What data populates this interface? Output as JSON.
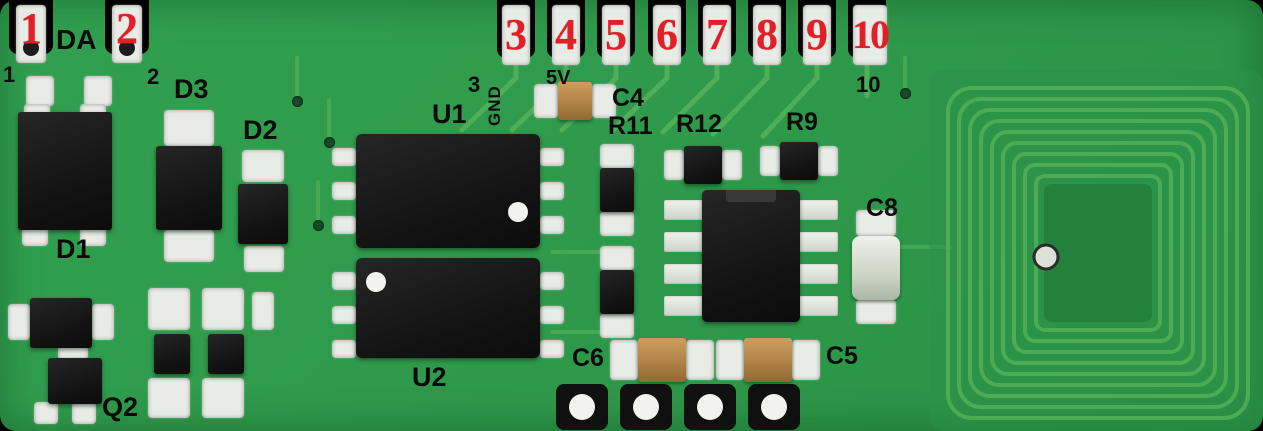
{
  "pcb": {
    "pins": {
      "left": [
        "1",
        "2"
      ],
      "top": [
        "3",
        "4",
        "5",
        "6",
        "7",
        "8",
        "9",
        "10"
      ]
    },
    "silkscreen": {
      "da": "DA",
      "pin1_index": "1",
      "pin2_index": "2",
      "pin3_index": "3",
      "pin10_index": "10",
      "gnd": "GND",
      "five_v": "5V",
      "d1": "D1",
      "d2": "D2",
      "d3": "D3",
      "u1": "U1",
      "u2": "U2",
      "q2": "Q2",
      "c4": "C4",
      "c5": "C5",
      "c6": "C6",
      "c8": "C8",
      "r9": "R9",
      "r11": "R11",
      "r12": "R12"
    },
    "colors": {
      "board_green": "#2f9a4b",
      "antenna_green": "#2c9147",
      "antenna_inner_green": "#23813c",
      "trace_green": "#52b15b",
      "pad_silver": "#e9ebe6",
      "component_black": "#141414",
      "pin_number_red": "#e41e26",
      "silkscreen_black": "#0a0a0a",
      "capacitor_tan": "#b08246"
    }
  }
}
